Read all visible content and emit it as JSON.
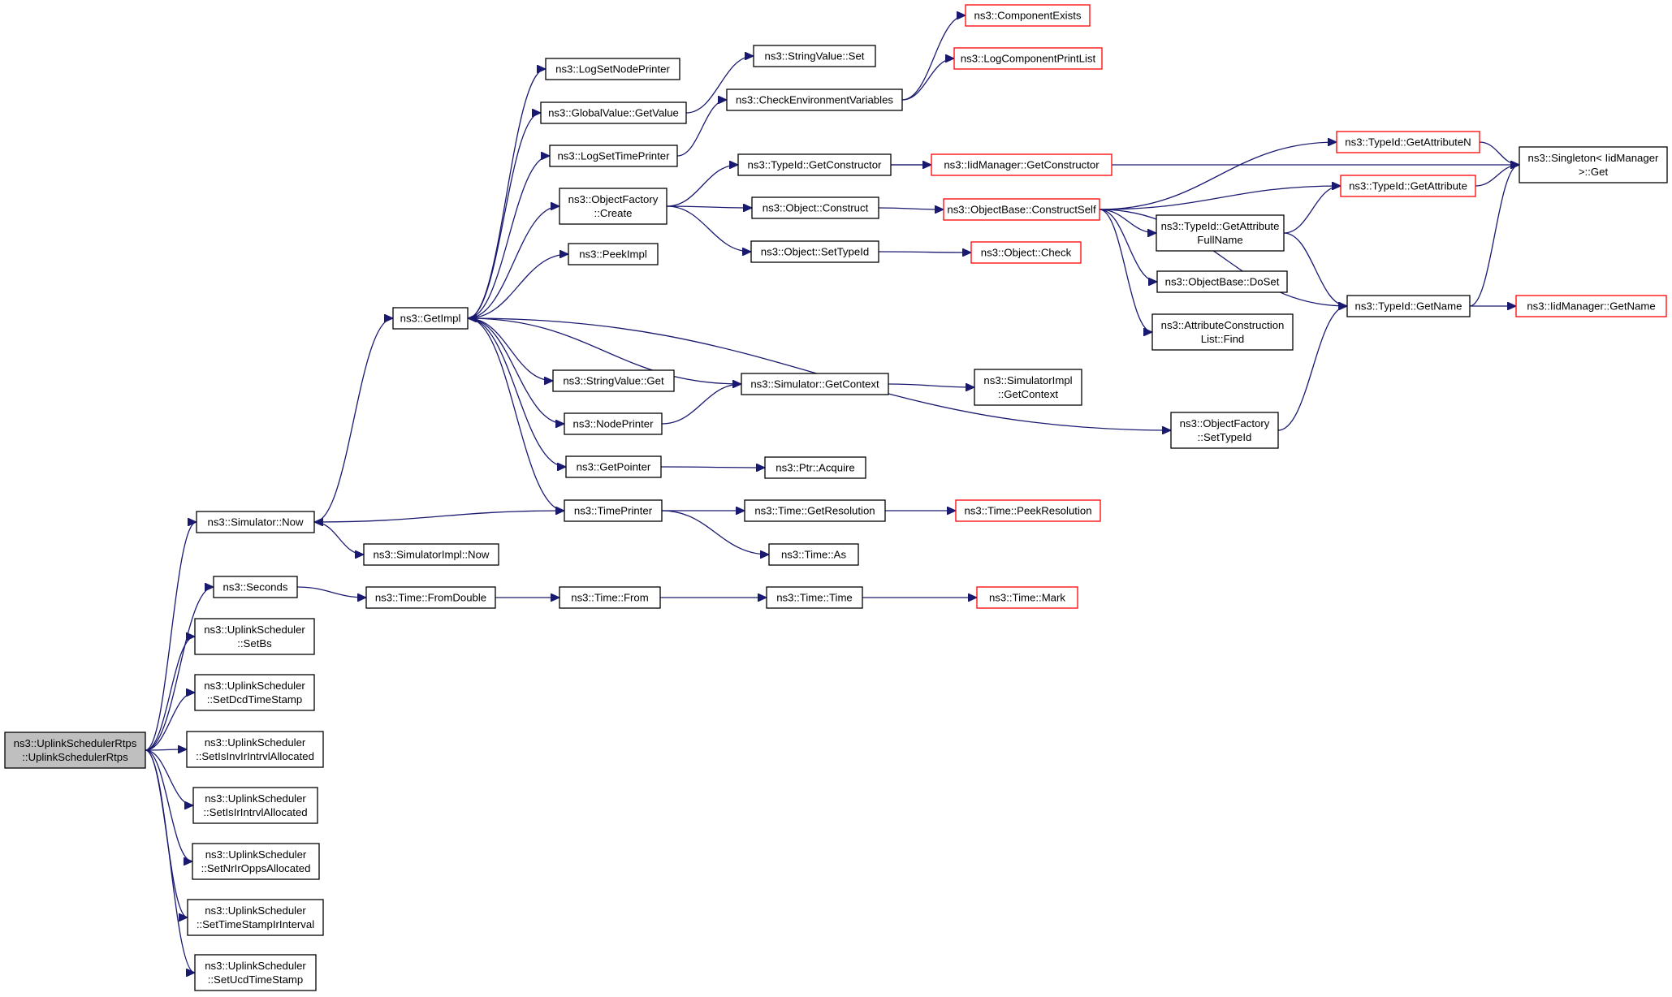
{
  "diagram": {
    "nodes": [
      {
        "id": "root",
        "lines": [
          "ns3::UplinkSchedulerRtps",
          "::UplinkSchedulerRtps"
        ],
        "style": "root"
      },
      {
        "id": "simnow",
        "lines": [
          "ns3::Simulator::Now"
        ],
        "style": "normal"
      },
      {
        "id": "seconds",
        "lines": [
          "ns3::Seconds"
        ],
        "style": "normal"
      },
      {
        "id": "setbs",
        "lines": [
          "ns3::UplinkScheduler",
          "::SetBs"
        ],
        "style": "normal"
      },
      {
        "id": "setdcd",
        "lines": [
          "ns3::UplinkScheduler",
          "::SetDcdTimeStamp"
        ],
        "style": "normal"
      },
      {
        "id": "setisinv",
        "lines": [
          "ns3::UplinkScheduler",
          "::SetIsInvIrIntrvlAllocated"
        ],
        "style": "normal"
      },
      {
        "id": "setisir",
        "lines": [
          "ns3::UplinkScheduler",
          "::SetIsIrIntrvlAllocated"
        ],
        "style": "normal"
      },
      {
        "id": "setnrir",
        "lines": [
          "ns3::UplinkScheduler",
          "::SetNrIrOppsAllocated"
        ],
        "style": "normal"
      },
      {
        "id": "setts",
        "lines": [
          "ns3::UplinkScheduler",
          "::SetTimeStampIrInterval"
        ],
        "style": "normal"
      },
      {
        "id": "setucd",
        "lines": [
          "ns3::UplinkScheduler",
          "::SetUcdTimeStamp"
        ],
        "style": "normal"
      },
      {
        "id": "getimpl",
        "lines": [
          "ns3::GetImpl"
        ],
        "style": "normal"
      },
      {
        "id": "simimplnow",
        "lines": [
          "ns3::SimulatorImpl::Now"
        ],
        "style": "normal"
      },
      {
        "id": "fromdouble",
        "lines": [
          "ns3::Time::FromDouble"
        ],
        "style": "normal"
      },
      {
        "id": "timefrom",
        "lines": [
          "ns3::Time::From"
        ],
        "style": "normal"
      },
      {
        "id": "timetime",
        "lines": [
          "ns3::Time::Time"
        ],
        "style": "normal"
      },
      {
        "id": "timemark",
        "lines": [
          "ns3::Time::Mark"
        ],
        "style": "truncated"
      },
      {
        "id": "logsetnode",
        "lines": [
          "ns3::LogSetNodePrinter"
        ],
        "style": "normal"
      },
      {
        "id": "gvgetvalue",
        "lines": [
          "ns3::GlobalValue::GetValue"
        ],
        "style": "normal"
      },
      {
        "id": "logsettime",
        "lines": [
          "ns3::LogSetTimePrinter"
        ],
        "style": "normal"
      },
      {
        "id": "objfactcreate",
        "lines": [
          "ns3::ObjectFactory",
          "::Create"
        ],
        "style": "normal"
      },
      {
        "id": "peekimpl",
        "lines": [
          "ns3::PeekImpl"
        ],
        "style": "normal"
      },
      {
        "id": "strvalget",
        "lines": [
          "ns3::StringValue::Get"
        ],
        "style": "normal"
      },
      {
        "id": "nodeprinter",
        "lines": [
          "ns3::NodePrinter"
        ],
        "style": "normal"
      },
      {
        "id": "getpointer",
        "lines": [
          "ns3::GetPointer"
        ],
        "style": "normal"
      },
      {
        "id": "timeprinter",
        "lines": [
          "ns3::TimePrinter"
        ],
        "style": "normal"
      },
      {
        "id": "strvalset",
        "lines": [
          "ns3::StringValue::Set"
        ],
        "style": "normal"
      },
      {
        "id": "checkenv",
        "lines": [
          "ns3::CheckEnvironmentVariables"
        ],
        "style": "normal"
      },
      {
        "id": "tidgetctor",
        "lines": [
          "ns3::TypeId::GetConstructor"
        ],
        "style": "normal"
      },
      {
        "id": "objconstruct",
        "lines": [
          "ns3::Object::Construct"
        ],
        "style": "normal"
      },
      {
        "id": "objsettypeid",
        "lines": [
          "ns3::Object::SetTypeId"
        ],
        "style": "normal"
      },
      {
        "id": "simgetctx",
        "lines": [
          "ns3::Simulator::GetContext"
        ],
        "style": "normal"
      },
      {
        "id": "ptracquire",
        "lines": [
          "ns3::Ptr::Acquire"
        ],
        "style": "normal"
      },
      {
        "id": "timegetres",
        "lines": [
          "ns3::Time::GetResolution"
        ],
        "style": "normal"
      },
      {
        "id": "timeas",
        "lines": [
          "ns3::Time::As"
        ],
        "style": "normal"
      },
      {
        "id": "compexists",
        "lines": [
          "ns3::ComponentExists"
        ],
        "style": "truncated"
      },
      {
        "id": "logcompprint",
        "lines": [
          "ns3::LogComponentPrintList"
        ],
        "style": "truncated"
      },
      {
        "id": "iidmgrgetctor",
        "lines": [
          "ns3::IidManager::GetConstructor"
        ],
        "style": "truncated"
      },
      {
        "id": "objbaseconstruct",
        "lines": [
          "ns3::ObjectBase::ConstructSelf"
        ],
        "style": "truncated"
      },
      {
        "id": "objcheck",
        "lines": [
          "ns3::Object::Check"
        ],
        "style": "truncated"
      },
      {
        "id": "simimplgetctx",
        "lines": [
          "ns3::SimulatorImpl",
          "::GetContext"
        ],
        "style": "normal"
      },
      {
        "id": "timepeekres",
        "lines": [
          "ns3::Time::PeekResolution"
        ],
        "style": "truncated"
      },
      {
        "id": "objfactsettypeid",
        "lines": [
          "ns3::ObjectFactory",
          "::SetTypeId"
        ],
        "style": "normal"
      },
      {
        "id": "tidgetattrn",
        "lines": [
          "ns3::TypeId::GetAttributeN"
        ],
        "style": "truncated"
      },
      {
        "id": "tidgetattr",
        "lines": [
          "ns3::TypeId::GetAttribute"
        ],
        "style": "truncated"
      },
      {
        "id": "tidgetattrfull",
        "lines": [
          "ns3::TypeId::GetAttribute",
          "FullName"
        ],
        "style": "normal"
      },
      {
        "id": "objbasedoset",
        "lines": [
          "ns3::ObjectBase::DoSet"
        ],
        "style": "normal"
      },
      {
        "id": "attrconstrfind",
        "lines": [
          "ns3::AttributeConstruction",
          "List::Find"
        ],
        "style": "normal"
      },
      {
        "id": "tidgetname",
        "lines": [
          "ns3::TypeId::GetName"
        ],
        "style": "normal"
      },
      {
        "id": "singletonget",
        "lines": [
          "ns3::Singleton< IidManager",
          ">::Get"
        ],
        "style": "normal"
      },
      {
        "id": "iidmgrgetname",
        "lines": [
          "ns3::IidManager::GetName"
        ],
        "style": "truncated"
      }
    ],
    "edges": [
      {
        "from": "root",
        "to": "simnow"
      },
      {
        "from": "root",
        "to": "seconds"
      },
      {
        "from": "root",
        "to": "setbs"
      },
      {
        "from": "root",
        "to": "setdcd"
      },
      {
        "from": "root",
        "to": "setisinv"
      },
      {
        "from": "root",
        "to": "setisir"
      },
      {
        "from": "root",
        "to": "setnrir"
      },
      {
        "from": "root",
        "to": "setts"
      },
      {
        "from": "root",
        "to": "setucd"
      },
      {
        "from": "simnow",
        "to": "getimpl"
      },
      {
        "from": "simnow",
        "to": "simimplnow"
      },
      {
        "from": "seconds",
        "to": "fromdouble"
      },
      {
        "from": "fromdouble",
        "to": "timefrom"
      },
      {
        "from": "timefrom",
        "to": "timetime"
      },
      {
        "from": "timetime",
        "to": "timemark"
      },
      {
        "from": "getimpl",
        "to": "logsetnode"
      },
      {
        "from": "getimpl",
        "to": "gvgetvalue"
      },
      {
        "from": "getimpl",
        "to": "logsettime"
      },
      {
        "from": "getimpl",
        "to": "objfactcreate"
      },
      {
        "from": "getimpl",
        "to": "peekimpl"
      },
      {
        "from": "getimpl",
        "to": "strvalget"
      },
      {
        "from": "getimpl",
        "to": "nodeprinter"
      },
      {
        "from": "getimpl",
        "to": "getpointer"
      },
      {
        "from": "getimpl",
        "to": "timeprinter"
      },
      {
        "from": "getimpl",
        "to": "objfactsettypeid"
      },
      {
        "from": "gvgetvalue",
        "to": "strvalset"
      },
      {
        "from": "logsettime",
        "to": "checkenv"
      },
      {
        "from": "checkenv",
        "to": "compexists"
      },
      {
        "from": "checkenv",
        "to": "logcompprint"
      },
      {
        "from": "objfactcreate",
        "to": "tidgetctor"
      },
      {
        "from": "objfactcreate",
        "to": "objconstruct"
      },
      {
        "from": "objfactcreate",
        "to": "objsettypeid"
      },
      {
        "from": "tidgetctor",
        "to": "iidmgrgetctor"
      },
      {
        "from": "tidgetctor",
        "to": "singletonget"
      },
      {
        "from": "objconstruct",
        "to": "objbaseconstruct"
      },
      {
        "from": "objsettypeid",
        "to": "objcheck"
      },
      {
        "from": "nodeprinter",
        "to": "simgetctx"
      },
      {
        "from": "simgetctx",
        "to": "getimpl"
      },
      {
        "from": "simgetctx",
        "to": "simimplgetctx"
      },
      {
        "from": "getpointer",
        "to": "ptracquire"
      },
      {
        "from": "timeprinter",
        "to": "simnow"
      },
      {
        "from": "timeprinter",
        "to": "timegetres"
      },
      {
        "from": "timeprinter",
        "to": "timeas"
      },
      {
        "from": "timegetres",
        "to": "timepeekres"
      },
      {
        "from": "objbaseconstruct",
        "to": "tidgetattrn"
      },
      {
        "from": "objbaseconstruct",
        "to": "tidgetattr"
      },
      {
        "from": "objbaseconstruct",
        "to": "tidgetattrfull"
      },
      {
        "from": "objbaseconstruct",
        "to": "objbasedoset"
      },
      {
        "from": "objbaseconstruct",
        "to": "attrconstrfind"
      },
      {
        "from": "objbaseconstruct",
        "to": "tidgetname"
      },
      {
        "from": "tidgetattrn",
        "to": "singletonget"
      },
      {
        "from": "tidgetattr",
        "to": "singletonget"
      },
      {
        "from": "tidgetattrfull",
        "to": "tidgetattr"
      },
      {
        "from": "tidgetattrfull",
        "to": "tidgetname"
      },
      {
        "from": "tidgetname",
        "to": "singletonget"
      },
      {
        "from": "tidgetname",
        "to": "iidmgrgetname"
      },
      {
        "from": "objfactsettypeid",
        "to": "tidgetname"
      }
    ]
  },
  "colors": {
    "edge": "#191970",
    "box_border": "#000000",
    "truncated_border": "#ff0000",
    "root_fill": "#bfbfbf"
  }
}
